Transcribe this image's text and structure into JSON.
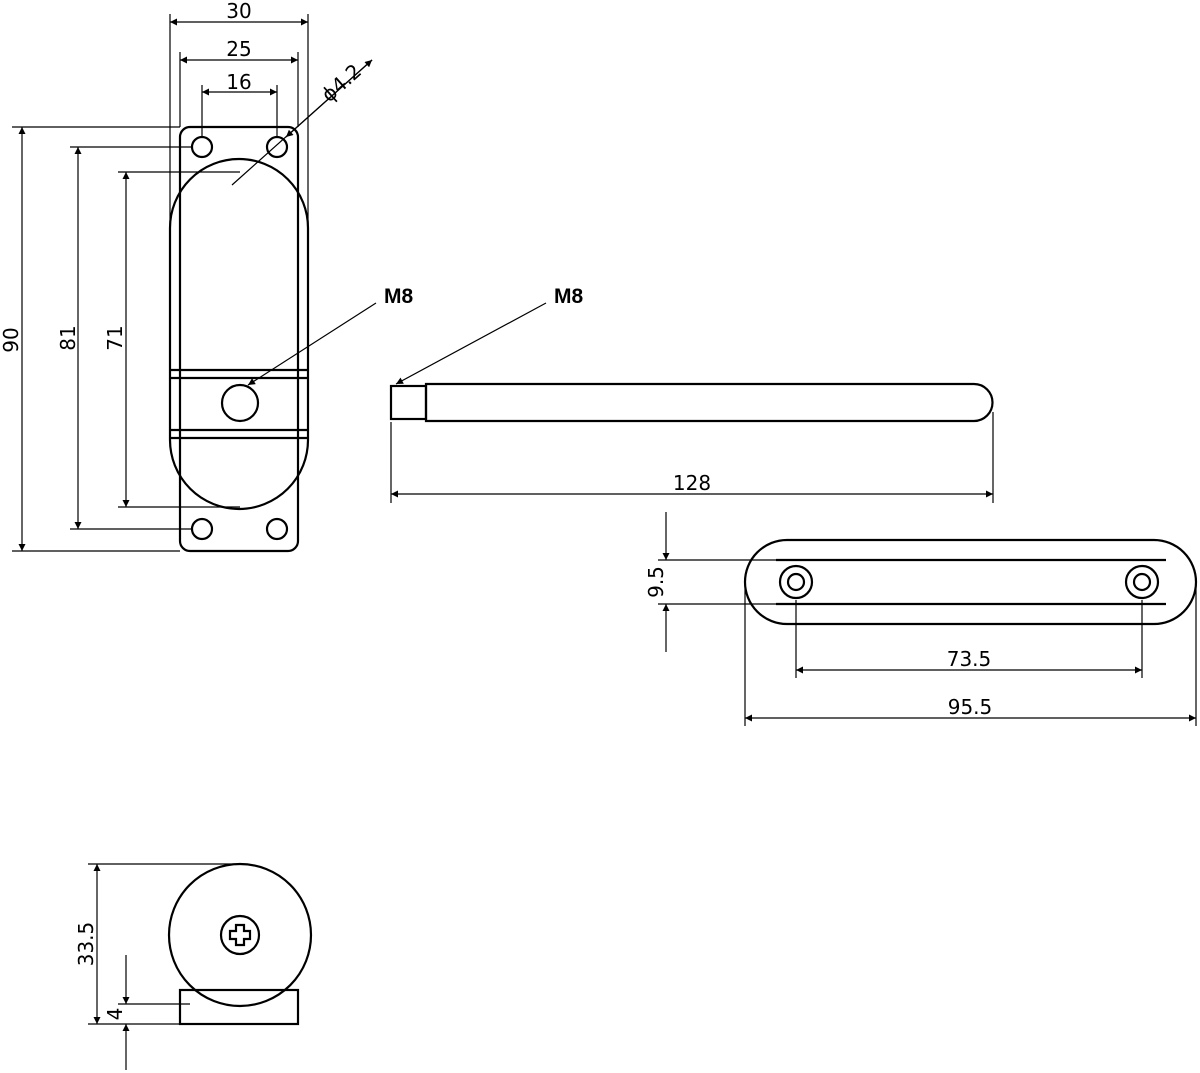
{
  "dims": {
    "w30": "30",
    "w25": "25",
    "w16": "16",
    "hole": "ϕ4.2",
    "h90": "90",
    "h81": "81",
    "h71": "71",
    "thread1": "M8",
    "thread2": "M8",
    "len128": "128",
    "h9_5": "9.5",
    "d73_5": "73.5",
    "d95_5": "95.5",
    "h33_5": "33.5",
    "h4": "4"
  }
}
